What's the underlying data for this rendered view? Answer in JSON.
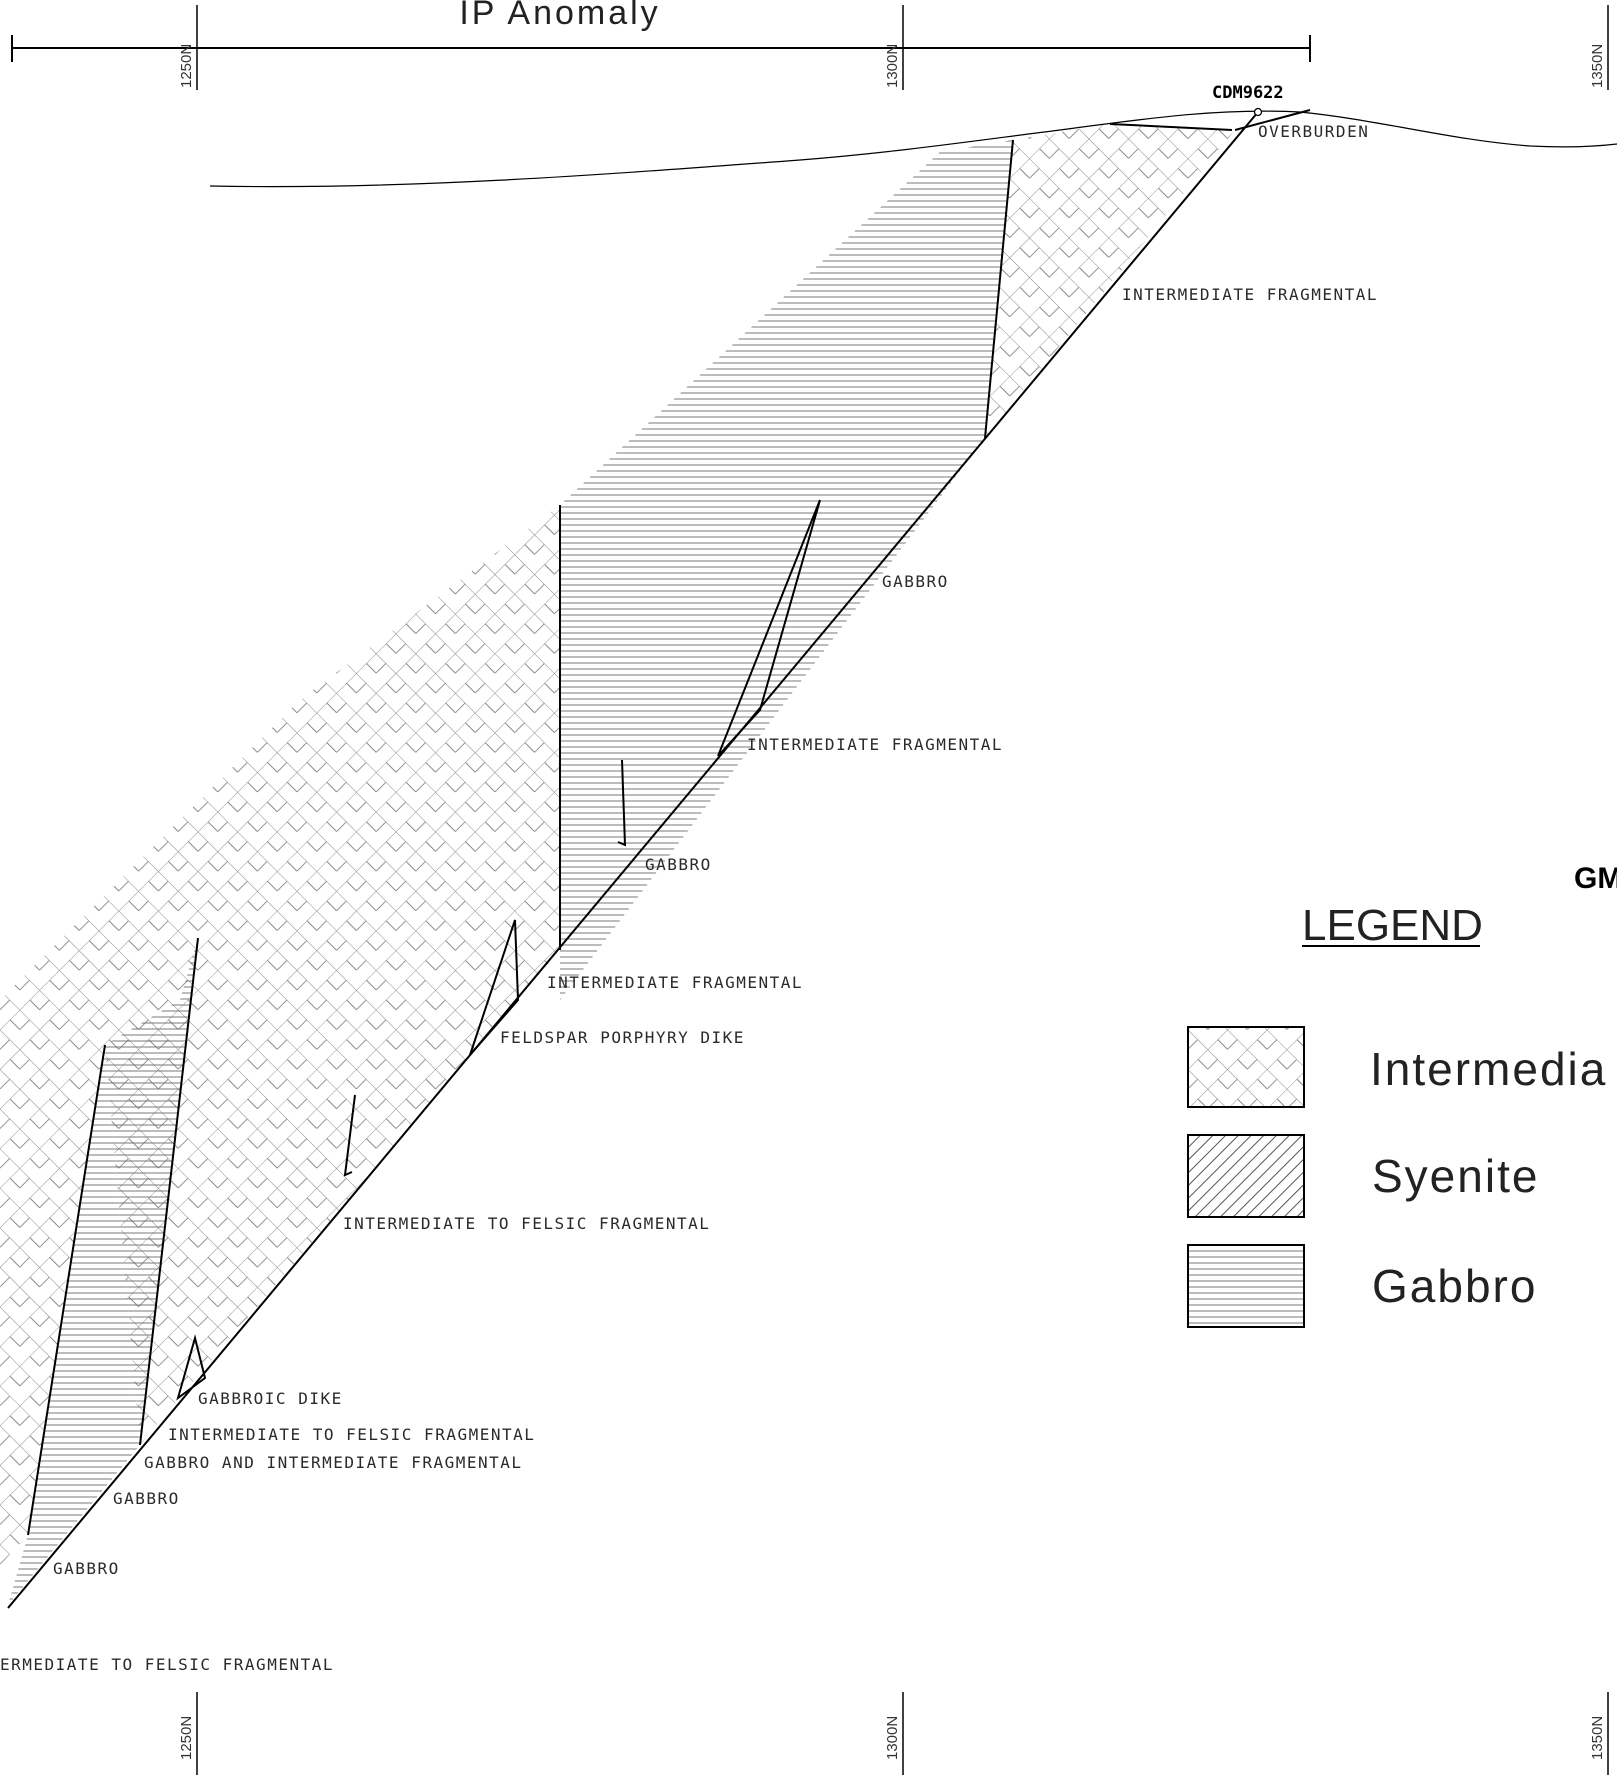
{
  "header": {
    "title": "IP  Anomaly",
    "ticks_top": [
      "1250N",
      "1300N",
      "1350N"
    ],
    "ticks_bottom": [
      "1250N",
      "1300N",
      "1350N"
    ]
  },
  "drillhole": {
    "id": "CDM9622"
  },
  "labels": [
    "OVERBURDEN",
    "INTERMEDIATE FRAGMENTAL",
    "GABBRO",
    "INTERMEDIATE FRAGMENTAL",
    "GABBRO",
    "INTERMEDIATE FRAGMENTAL",
    "FELDSPAR PORPHYRY DIKE",
    "INTERMEDIATE TO FELSIC FRAGMENTAL",
    "GABBROIC DIKE",
    "INTERMEDIATE TO FELSIC FRAGMENTAL",
    "GABBRO AND INTERMEDIATE FRAGMENTAL",
    "GABBRO",
    "GABBRO",
    "ERMEDIATE TO FELSIC FRAGMENTAL"
  ],
  "corner_text": "GM",
  "legend": {
    "title": "LEGEND",
    "items": [
      {
        "label": "Intermedia",
        "pattern": "crosshatch"
      },
      {
        "label": "Syenite",
        "pattern": "diagonal"
      },
      {
        "label": "Gabbro",
        "pattern": "horizontal"
      }
    ]
  },
  "colors": {
    "line": "#000000",
    "hatch": "#555555",
    "background": "#ffffff"
  }
}
